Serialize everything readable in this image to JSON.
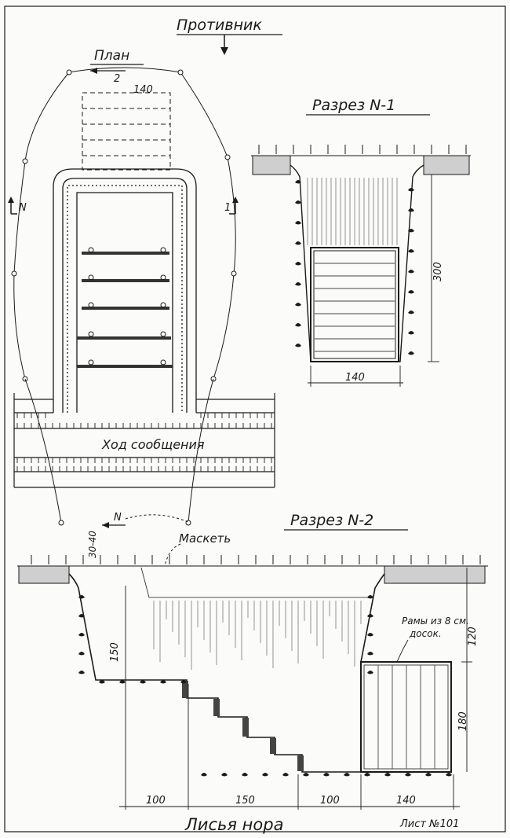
{
  "labels": {
    "enemy": "Противник",
    "plan": "План",
    "section1": "Разрез N-1",
    "section2": "Разрез N-2",
    "trench": "Ход сообщения",
    "mask": "Маскеть",
    "frames": "Рамы из 8 см.",
    "boards": "досок.",
    "title": "Лисья нора",
    "sheet": "Лист №101"
  },
  "marks": {
    "cut1": "1",
    "cut2": "2",
    "cutN": "N"
  },
  "dimensions": {
    "plan_width": "140",
    "s1_depth": "300",
    "s1_width": "140",
    "s2_cover": "30-40",
    "s2_depth1": "150",
    "s2_roof": "120",
    "s2_frame": "180",
    "s2_step_a": "100",
    "s2_step_b": "150",
    "s2_step_c": "100",
    "s2_step_d": "140"
  }
}
